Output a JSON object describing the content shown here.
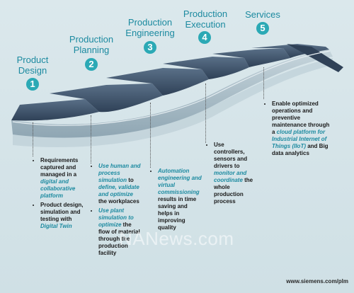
{
  "stages": [
    {
      "num": "1",
      "title": "Product\nDesign"
    },
    {
      "num": "2",
      "title": "Production\nPlanning"
    },
    {
      "num": "3",
      "title": "Production\nEngineering"
    },
    {
      "num": "4",
      "title": "Production\nExecution"
    },
    {
      "num": "5",
      "title": "Services"
    }
  ],
  "columns": [
    {
      "bullets": [
        {
          "runs": [
            {
              "t": "Requirements captured and managed in a ",
              "hl": false
            },
            {
              "t": "digital and collaborative platform",
              "hl": true
            }
          ]
        },
        {
          "runs": [
            {
              "t": "Product design, simulation and testing with ",
              "hl": false
            },
            {
              "t": "Digital Twin",
              "hl": true
            }
          ]
        }
      ]
    },
    {
      "bullets": [
        {
          "runs": [
            {
              "t": "Use human and process simulation",
              "hl": true
            },
            {
              "t": " to ",
              "hl": false
            },
            {
              "t": "define, validate and optimize",
              "hl": true
            },
            {
              "t": " the workplaces",
              "hl": false
            }
          ]
        },
        {
          "runs": [
            {
              "t": "Use plant simulation to optimize",
              "hl": true
            },
            {
              "t": " the flow of material through the production facility",
              "hl": false
            }
          ]
        }
      ]
    },
    {
      "bullets": [
        {
          "runs": [
            {
              "t": "Automation engineering and virtual commissioning",
              "hl": true
            },
            {
              "t": " results in time saving and helps in improving quality",
              "hl": false
            }
          ]
        }
      ]
    },
    {
      "bullets": [
        {
          "runs": [
            {
              "t": "Use controllers, sensors and drivers to ",
              "hl": false
            },
            {
              "t": "monitor and coordinate",
              "hl": true
            },
            {
              "t": " the whole production process",
              "hl": false
            }
          ]
        }
      ]
    },
    {
      "bullets": [
        {
          "runs": [
            {
              "t": "Enable optimized operations and preventive maintenance through a ",
              "hl": false
            },
            {
              "t": "cloud platform for Industrial Internet of Things (IIoT)",
              "hl": true
            },
            {
              "t": " and Big data analytics",
              "hl": false
            }
          ]
        }
      ]
    }
  ],
  "watermark": "NANews.com",
  "url": "www.siemens.com/plm",
  "colors": {
    "accent": "#1c8aa0",
    "badge": "#2ba9b5",
    "panel": "#3a4d63"
  }
}
